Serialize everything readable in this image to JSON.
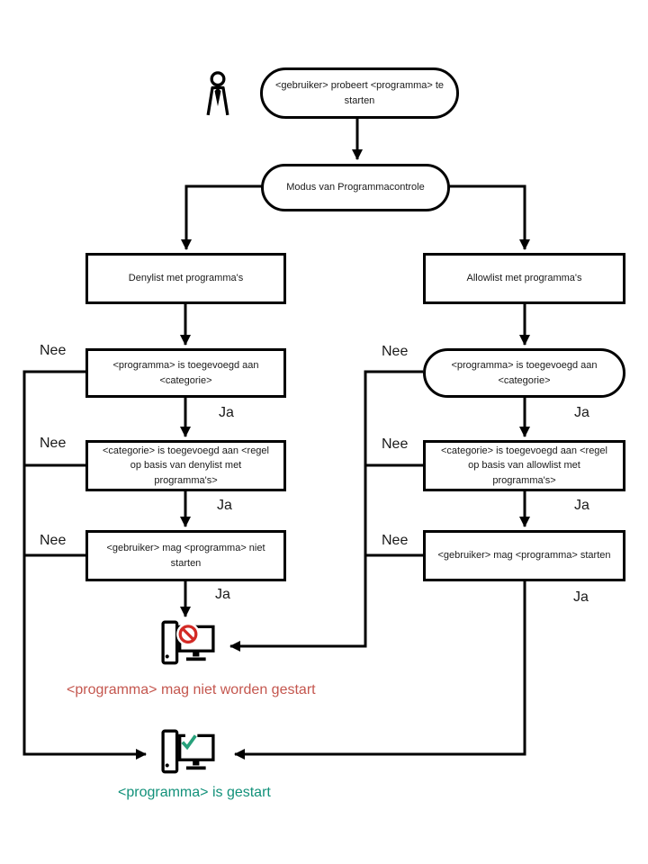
{
  "labels": {
    "ja": "Ja",
    "nee": "Nee"
  },
  "nodes": {
    "start": "<gebruiker> probeert <programma> te starten",
    "mode": "Modus van Programmacontrole",
    "denylist": "Denylist met programma's",
    "allowlist": "Allowlist met programma's",
    "program_added": "<programma> is toegevoegd aan <categorie>",
    "category_deny": "<categorie> is toegevoegd aan <regel op basis van denylist met programma's>",
    "category_allow": "<categorie> is toegevoegd aan <regel op basis van allowlist met programma's>",
    "deny_result": "<gebruiker> mag <programma> niet starten",
    "allow_result": "<gebruiker> mag <programma> starten"
  },
  "outcomes": {
    "denied": "<programma> mag niet worden gestart",
    "allowed": "<programma> is gestart"
  },
  "colors": {
    "line": "#000000",
    "denied_icon": "#d32b26",
    "denied_text": "#c4564e",
    "allowed_icon": "#27a17b",
    "allowed_text": "#12917a"
  }
}
